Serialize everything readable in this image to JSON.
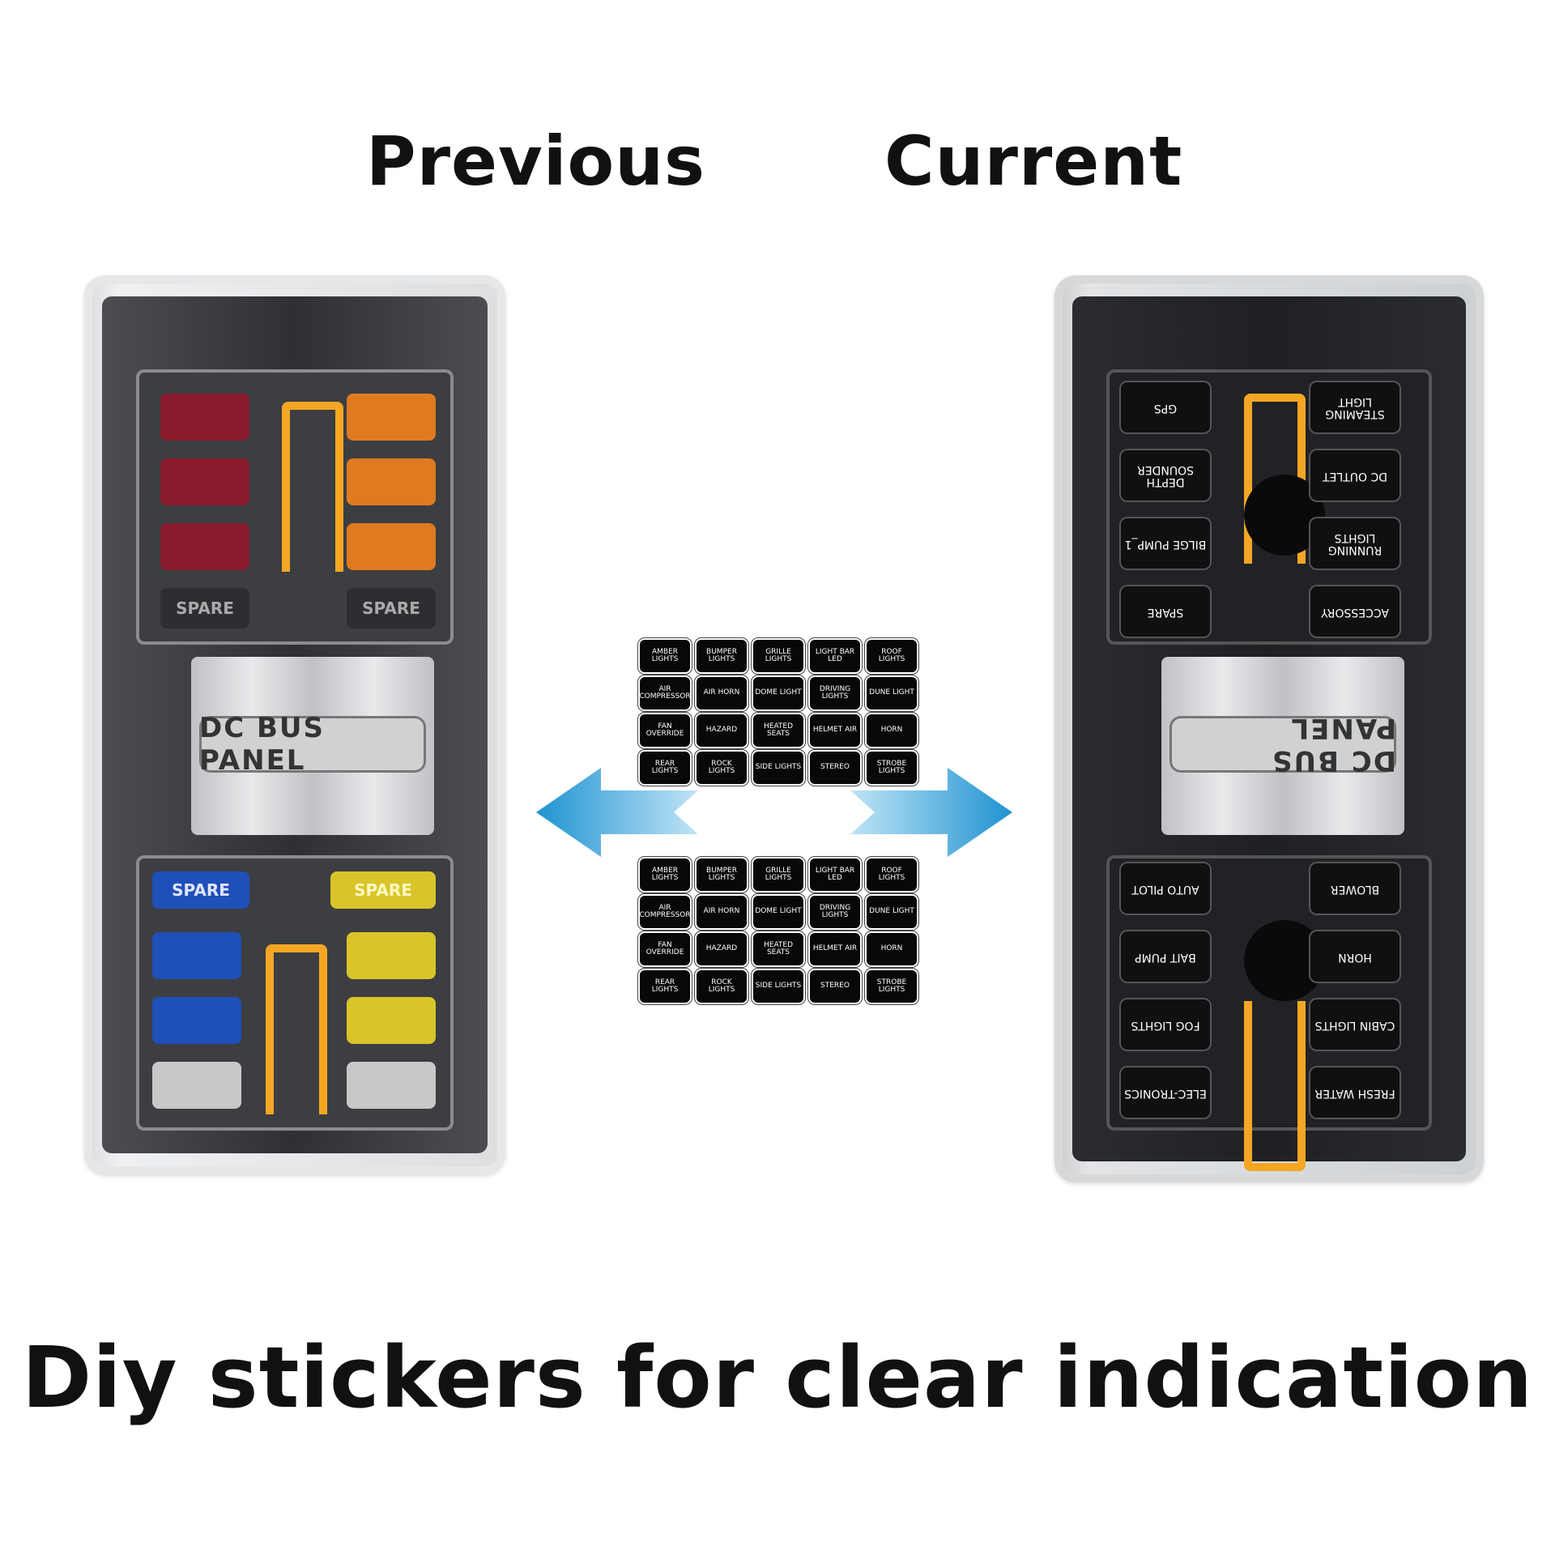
{
  "headings": {
    "previous": "Previous",
    "current": "Current"
  },
  "caption": "Diy stickers for clear indication",
  "bus_label": "DC BUS PANEL",
  "previous_box": {
    "top_labels": [
      "SPARE",
      "SPARE"
    ],
    "bottom_labels": [
      "SPARE",
      "SPARE"
    ]
  },
  "current_box": {
    "top_left": [
      "GPS",
      "DEPTH SOUNDER",
      "BILGE PUMP_1",
      "SPARE"
    ],
    "top_right": [
      "STEAMING LIGHT",
      "DC OUTLET",
      "RUNNING LIGHTS",
      "ACCESSORY"
    ],
    "bottom_left": [
      "AUTO PILOT",
      "BAIT PUMP",
      "FOG LIGHTS",
      "ELEC-TRONICS"
    ],
    "bottom_right": [
      "BLOWER",
      "HORN",
      "CABIN LIGHTS",
      "FRESH WATER"
    ]
  },
  "sticker_sheet": [
    "AMBER LIGHTS",
    "BUMPER LIGHTS",
    "GRILLE LIGHTS",
    "LIGHT BAR LED",
    "ROOF LIGHTS",
    "AIR COMPRESSOR",
    "AIR HORN",
    "DOME LIGHT",
    "DRIVING LIGHTS",
    "DUNE LIGHT",
    "FAN OVERRIDE",
    "HAZARD",
    "HEATED SEATS",
    "HELMET AIR",
    "HORN",
    "REAR LIGHTS",
    "ROCK LIGHTS",
    "SIDE LIGHTS",
    "STEREO",
    "STROBE LIGHTS"
  ],
  "colors": {
    "arrow": "#1f93d1",
    "fuse_red": "#8a1b2c",
    "fuse_orange": "#e07a1f",
    "fuse_blue": "#1f4fb8",
    "fuse_yellow": "#d9c52a",
    "fuse_clear": "#c8c8c8"
  }
}
